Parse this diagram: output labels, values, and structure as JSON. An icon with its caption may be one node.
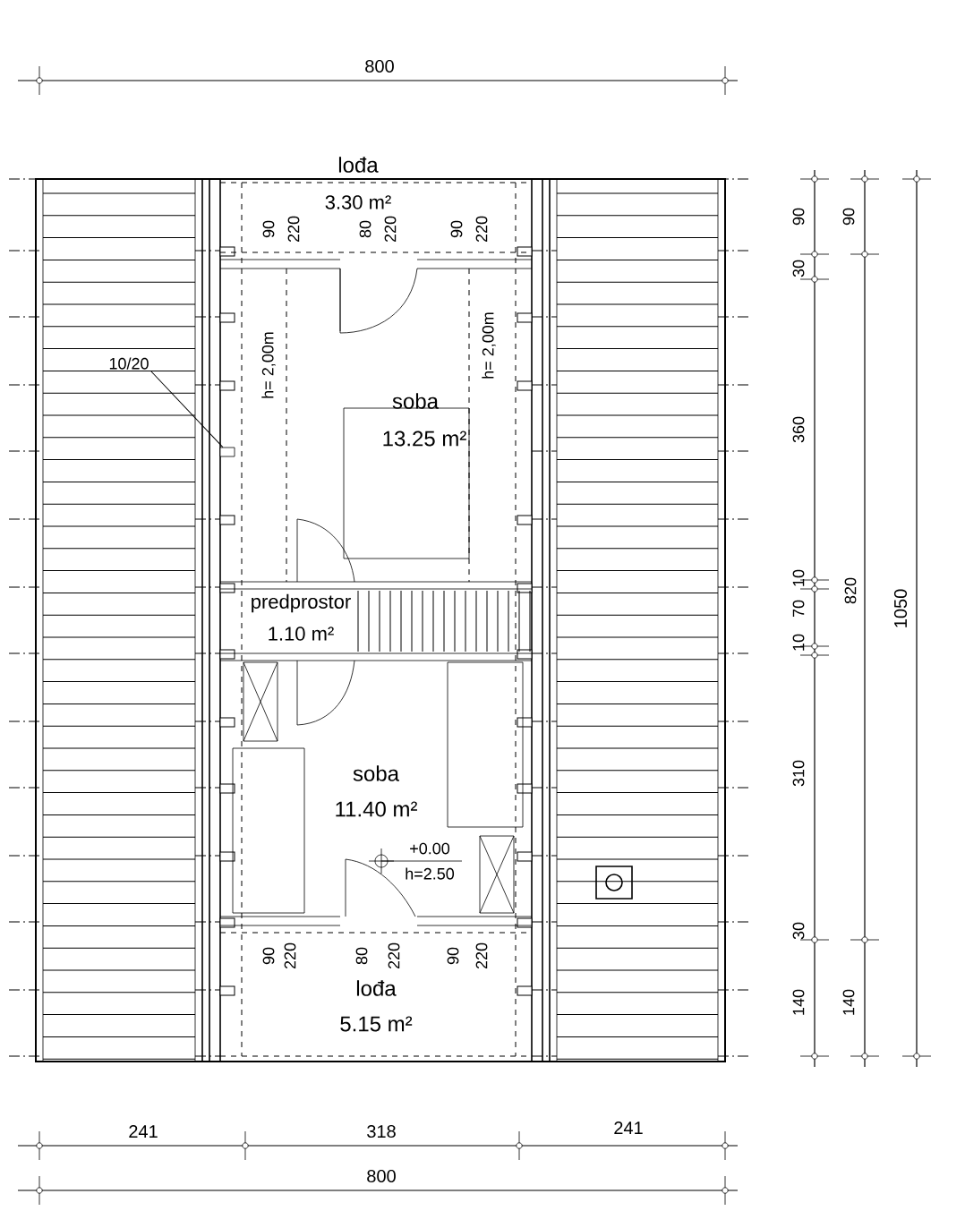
{
  "diagram": {
    "nodes": [
      {
        "text": [
          "10/20"
        ]
      },
      {
        "text": [],
        "shape": "box"
      }
    ],
    "edges": [
      {
        "from": 0,
        "to": 1,
        "arrow": "none"
      }
    ],
    "labels": [
      "800",
      "lođa",
      "3.30 m²",
      "90",
      "220",
      "80",
      "220",
      "90",
      "220",
      "h= 2,00m",
      "h= 2,00m",
      "soba",
      "13.25 m²",
      "predprostor",
      "1.10 m²",
      "soba",
      "11.40 m²",
      "+0.00",
      "h=2.50",
      "90",
      "220",
      "80",
      "220",
      "90",
      "220",
      "lođa",
      "5.15 m²",
      "90",
      "90",
      "30",
      "360",
      "10",
      "820",
      "70",
      "10",
      "1050",
      "310",
      "30",
      "140",
      "140",
      "241",
      "318",
      "241",
      "800"
    ]
  }
}
